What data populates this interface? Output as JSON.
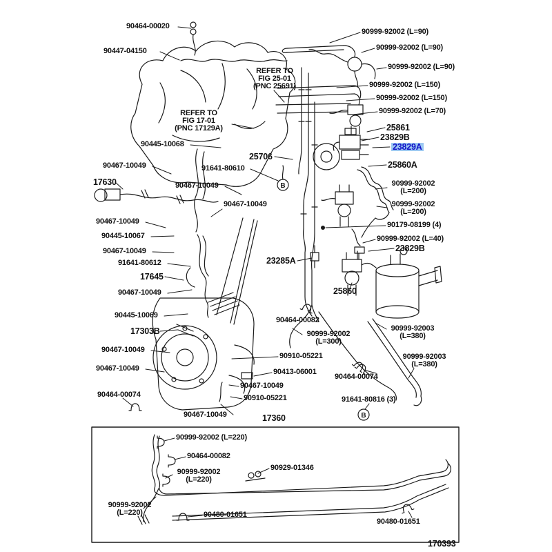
{
  "diagram": {
    "connector_label": "B",
    "highlighted_part": "23829A",
    "highlight_bg": "#9dc9f2",
    "highlight_text_color": "#1414c8",
    "line_color": "#1a1a1a"
  },
  "labels": [
    {
      "text": "90464-00020"
    },
    {
      "text": "90999-92002 (L=90)"
    },
    {
      "text": "90447-04150"
    },
    {
      "text": "90999-92002 (L=90)"
    },
    {
      "text": "90999-92002 (L=90)"
    },
    {
      "text": "REFER TO\nFIG 25-01\n(PNC 25691)"
    },
    {
      "text": "90999-92002 (L=150)"
    },
    {
      "text": "90999-92002 (L=150)"
    },
    {
      "text": "90999-92002 (L=70)"
    },
    {
      "text": "REFER TO\nFIG 17-01\n(PNC 17129A)"
    },
    {
      "text": "25861"
    },
    {
      "text": "23829B"
    },
    {
      "text": "23829A"
    },
    {
      "text": "90445-10068"
    },
    {
      "text": "25706"
    },
    {
      "text": "25860A"
    },
    {
      "text": "90467-10049"
    },
    {
      "text": "91641-80610"
    },
    {
      "text": "17630"
    },
    {
      "text": "90467-10049"
    },
    {
      "text": "90999-92002\n(L=200)"
    },
    {
      "text": "90467-10049"
    },
    {
      "text": "90999-92002\n(L=200)"
    },
    {
      "text": "90467-10049"
    },
    {
      "text": "90179-08199 (4)"
    },
    {
      "text": "90445-10067"
    },
    {
      "text": "90999-92002 (L=40)"
    },
    {
      "text": "90467-10049"
    },
    {
      "text": "23829B"
    },
    {
      "text": "91641-80612"
    },
    {
      "text": "23285A"
    },
    {
      "text": "17645"
    },
    {
      "text": "90467-10049"
    },
    {
      "text": "25860"
    },
    {
      "text": "90445-10069"
    },
    {
      "text": "90464-00082"
    },
    {
      "text": "17303B"
    },
    {
      "text": "90999-92002\n(L=300)"
    },
    {
      "text": "90999-92003\n(L=380)"
    },
    {
      "text": "90467-10049"
    },
    {
      "text": "90910-05221"
    },
    {
      "text": "90999-92003\n(L=380)"
    },
    {
      "text": "90467-10049"
    },
    {
      "text": "90413-06001"
    },
    {
      "text": "90464-00074"
    },
    {
      "text": "90467-10049"
    },
    {
      "text": "90464-00074"
    },
    {
      "text": "90910-05221"
    },
    {
      "text": "91641-80816 (3)"
    },
    {
      "text": "90467-10049"
    },
    {
      "text": "17360"
    },
    {
      "text": "90999-92002 (L=220)"
    },
    {
      "text": "90464-00082"
    },
    {
      "text": "90999-92002\n(L=220)"
    },
    {
      "text": "90929-01346"
    },
    {
      "text": "90999-92002\n(L=220)"
    },
    {
      "text": "90480-01651"
    },
    {
      "text": "90480-01651"
    },
    {
      "text": "170393"
    }
  ]
}
